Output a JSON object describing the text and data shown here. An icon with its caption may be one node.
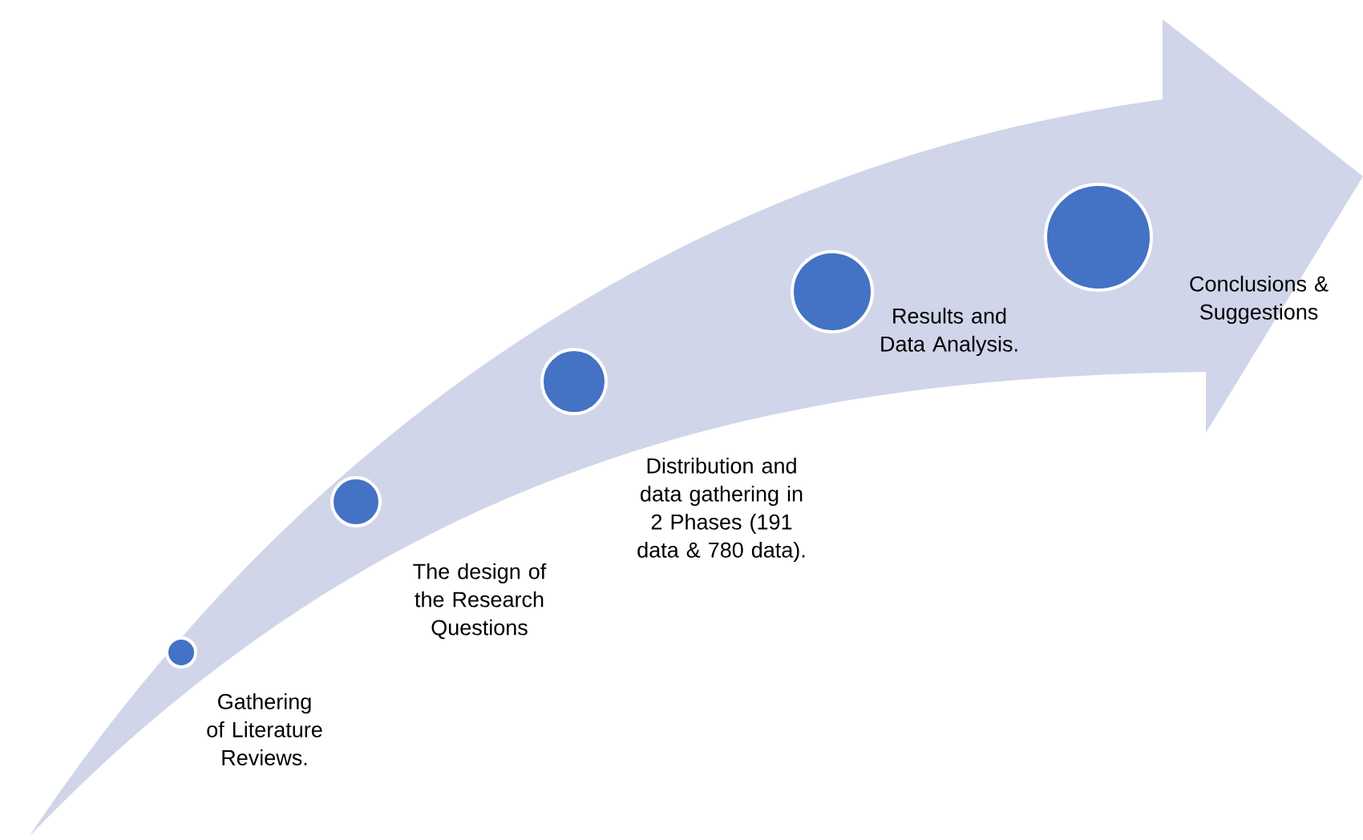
{
  "diagram": {
    "nodes": [
      {
        "text": [],
        "shape": "circle",
        "beside": [
          "Gathering of Literature Reviews."
        ]
      },
      {
        "text": [],
        "shape": "circle",
        "beside": [
          "The design of the Research Questions"
        ]
      },
      {
        "text": [],
        "shape": "circle",
        "beside": [
          "Distribution and data gathering in 2 Phases (191 data & 780 data)."
        ]
      },
      {
        "text": [],
        "shape": "circle",
        "beside": [
          "Results and Data Analysis."
        ]
      },
      {
        "text": [],
        "shape": "circle",
        "beside": [
          "Conclusions & Suggestions"
        ]
      }
    ]
  }
}
